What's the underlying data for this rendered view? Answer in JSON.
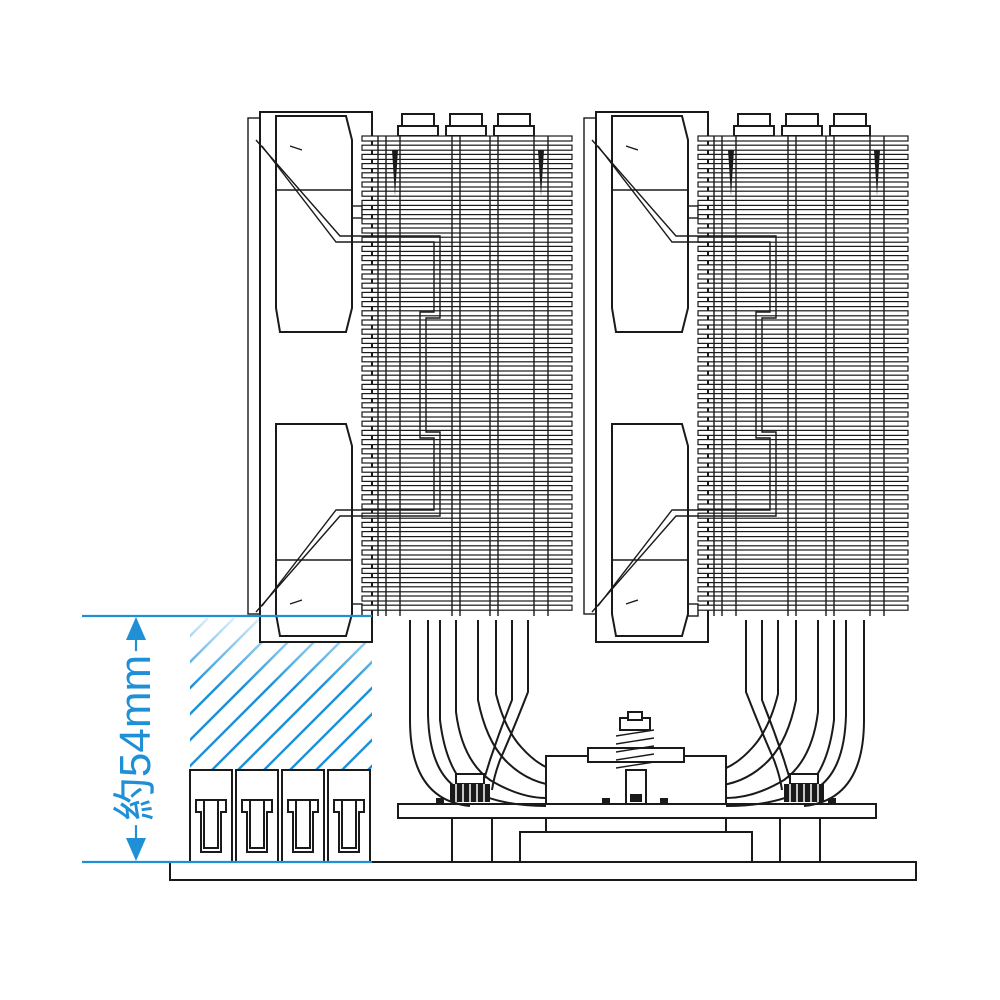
{
  "dimension": {
    "label": "約54mm",
    "color": "#1f8fd6"
  },
  "colors": {
    "line": "#1a1a1a",
    "dimension": "#1f8fd6",
    "background": "#ffffff"
  },
  "components": {
    "heatsink_towers": 2,
    "fans": 2,
    "memory_modules": 4
  }
}
